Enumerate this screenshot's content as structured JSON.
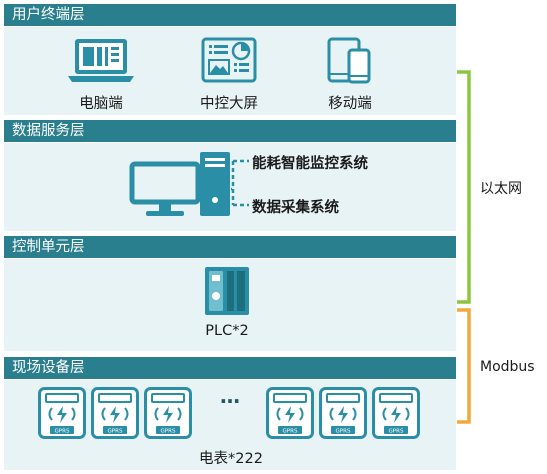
{
  "layers": {
    "user_terminal": {
      "title": "用户终端层",
      "items": [
        {
          "label": "电脑端",
          "icon": "laptop-icon"
        },
        {
          "label": "中控大屏",
          "icon": "dashboard-screen-icon"
        },
        {
          "label": "移动端",
          "icon": "mobile-devices-icon"
        }
      ]
    },
    "data_service": {
      "title": "数据服务层",
      "icon": "desktop-computer-icon",
      "systems": [
        "能耗智能监控系统",
        "数据采集系统"
      ]
    },
    "control_unit": {
      "title": "控制单元层",
      "icon": "plc-icon",
      "label": "PLC*2"
    },
    "field_device": {
      "title": "现场设备层",
      "meter_icon": "electric-meter-icon",
      "meter_badge": "GPRS",
      "ellipsis": "…",
      "label": "电表*222"
    }
  },
  "connections": {
    "ethernet": {
      "label": "以太网",
      "color": "#8cc63f"
    },
    "modbus": {
      "label": "Modbus",
      "color": "#f2a93b"
    }
  },
  "colors": {
    "header": "#2a7f8e",
    "body": "#e8f3f6",
    "icon": "#2a8fa6"
  }
}
